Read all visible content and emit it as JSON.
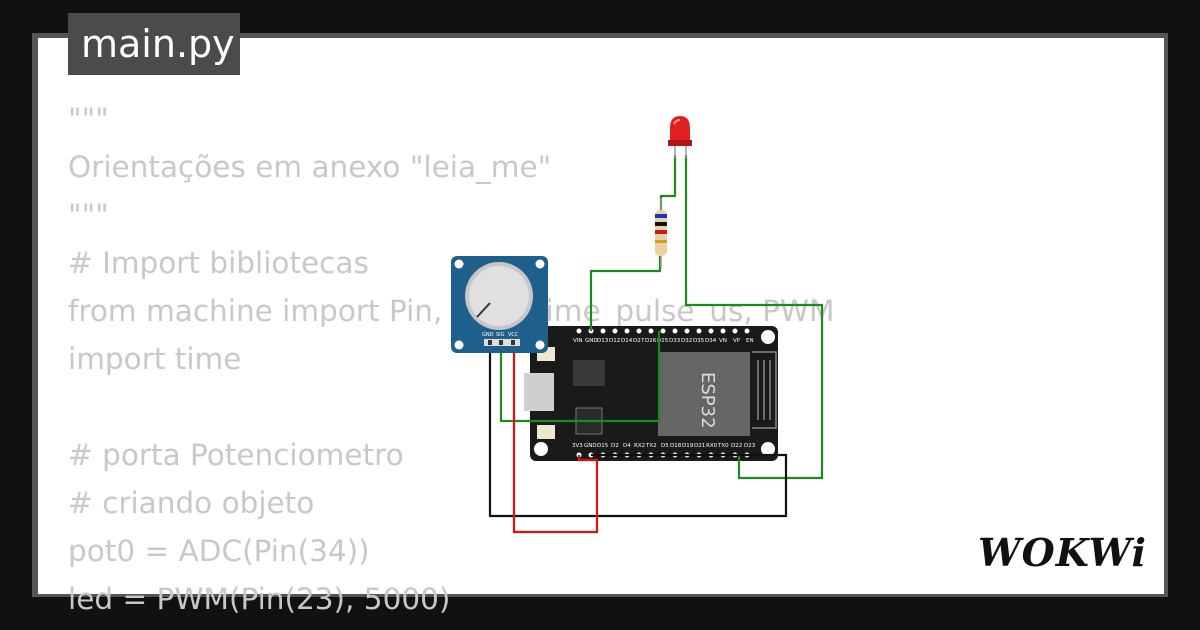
{
  "tab": {
    "filename": "main.py"
  },
  "code_lines": [
    "\"\"\"",
    "Orientações em anexo \"leia_me\"",
    "\"\"\"",
    "# Import bibliotecas",
    "from machine import Pin, ADC, time_pulse_us, PWM",
    "import time",
    "",
    "# porta Potenciometro",
    "# criando objeto",
    "pot0 = ADC(Pin(34))",
    "led = PWM(Pin(23), 5000)"
  ],
  "circuit": {
    "chip_label": "ESP32",
    "potentiometer_pins": [
      "GND",
      "SIG",
      "VCC"
    ],
    "top_pins": [
      "VIN",
      "GND",
      "D13",
      "D12",
      "D14",
      "D27",
      "D26",
      "D25",
      "D33",
      "D32",
      "D35",
      "D34",
      "VN",
      "VP",
      "EN"
    ],
    "bottom_pins": [
      "3V3",
      "GND",
      "D15",
      "D2",
      "D4",
      "RX2",
      "TX2",
      "D5",
      "D18",
      "D19",
      "D21",
      "RX0",
      "TX0",
      "D22",
      "D23"
    ],
    "colors": {
      "wire_green": "#1e8a1e",
      "wire_red": "#e01010",
      "wire_black": "#111111",
      "board": "#1a1a1a",
      "pot_body": "#1e5f8c",
      "led_red": "#e02020"
    }
  },
  "logo": {
    "text": "WOKWi"
  }
}
